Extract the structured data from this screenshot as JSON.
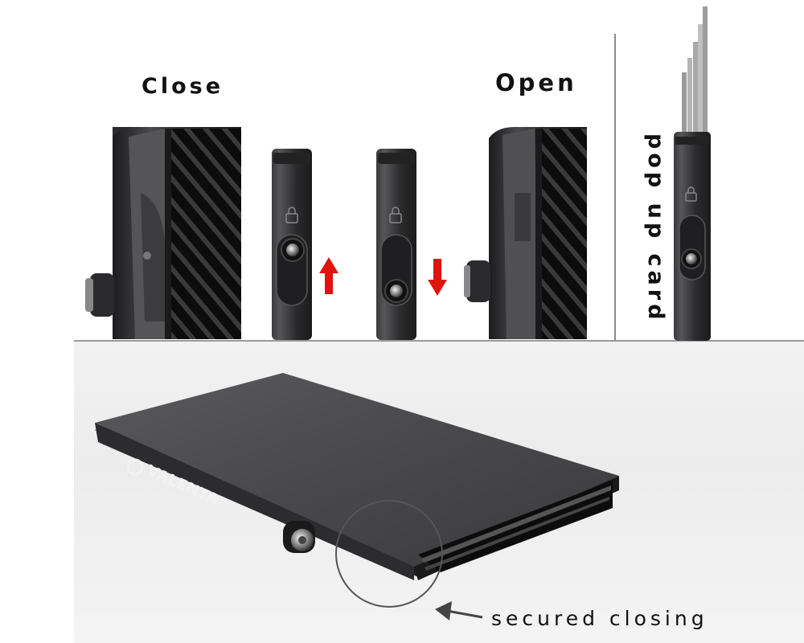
{
  "labels": {
    "close": "Close",
    "open": "Open",
    "pop_up_card": "pop up card",
    "secured_closing": "secured closing"
  },
  "brand": {
    "name": "VALENTA"
  },
  "colors": {
    "arrow_red": "#e0140f",
    "metal_dark": "#2b2b2d",
    "metal_mid": "#4a4a4c"
  },
  "icons": {
    "lock": "lock-icon",
    "arrow_up": "arrow-up-icon",
    "arrow_down": "arrow-down-icon",
    "callout_arrow": "callout-arrow-icon"
  }
}
